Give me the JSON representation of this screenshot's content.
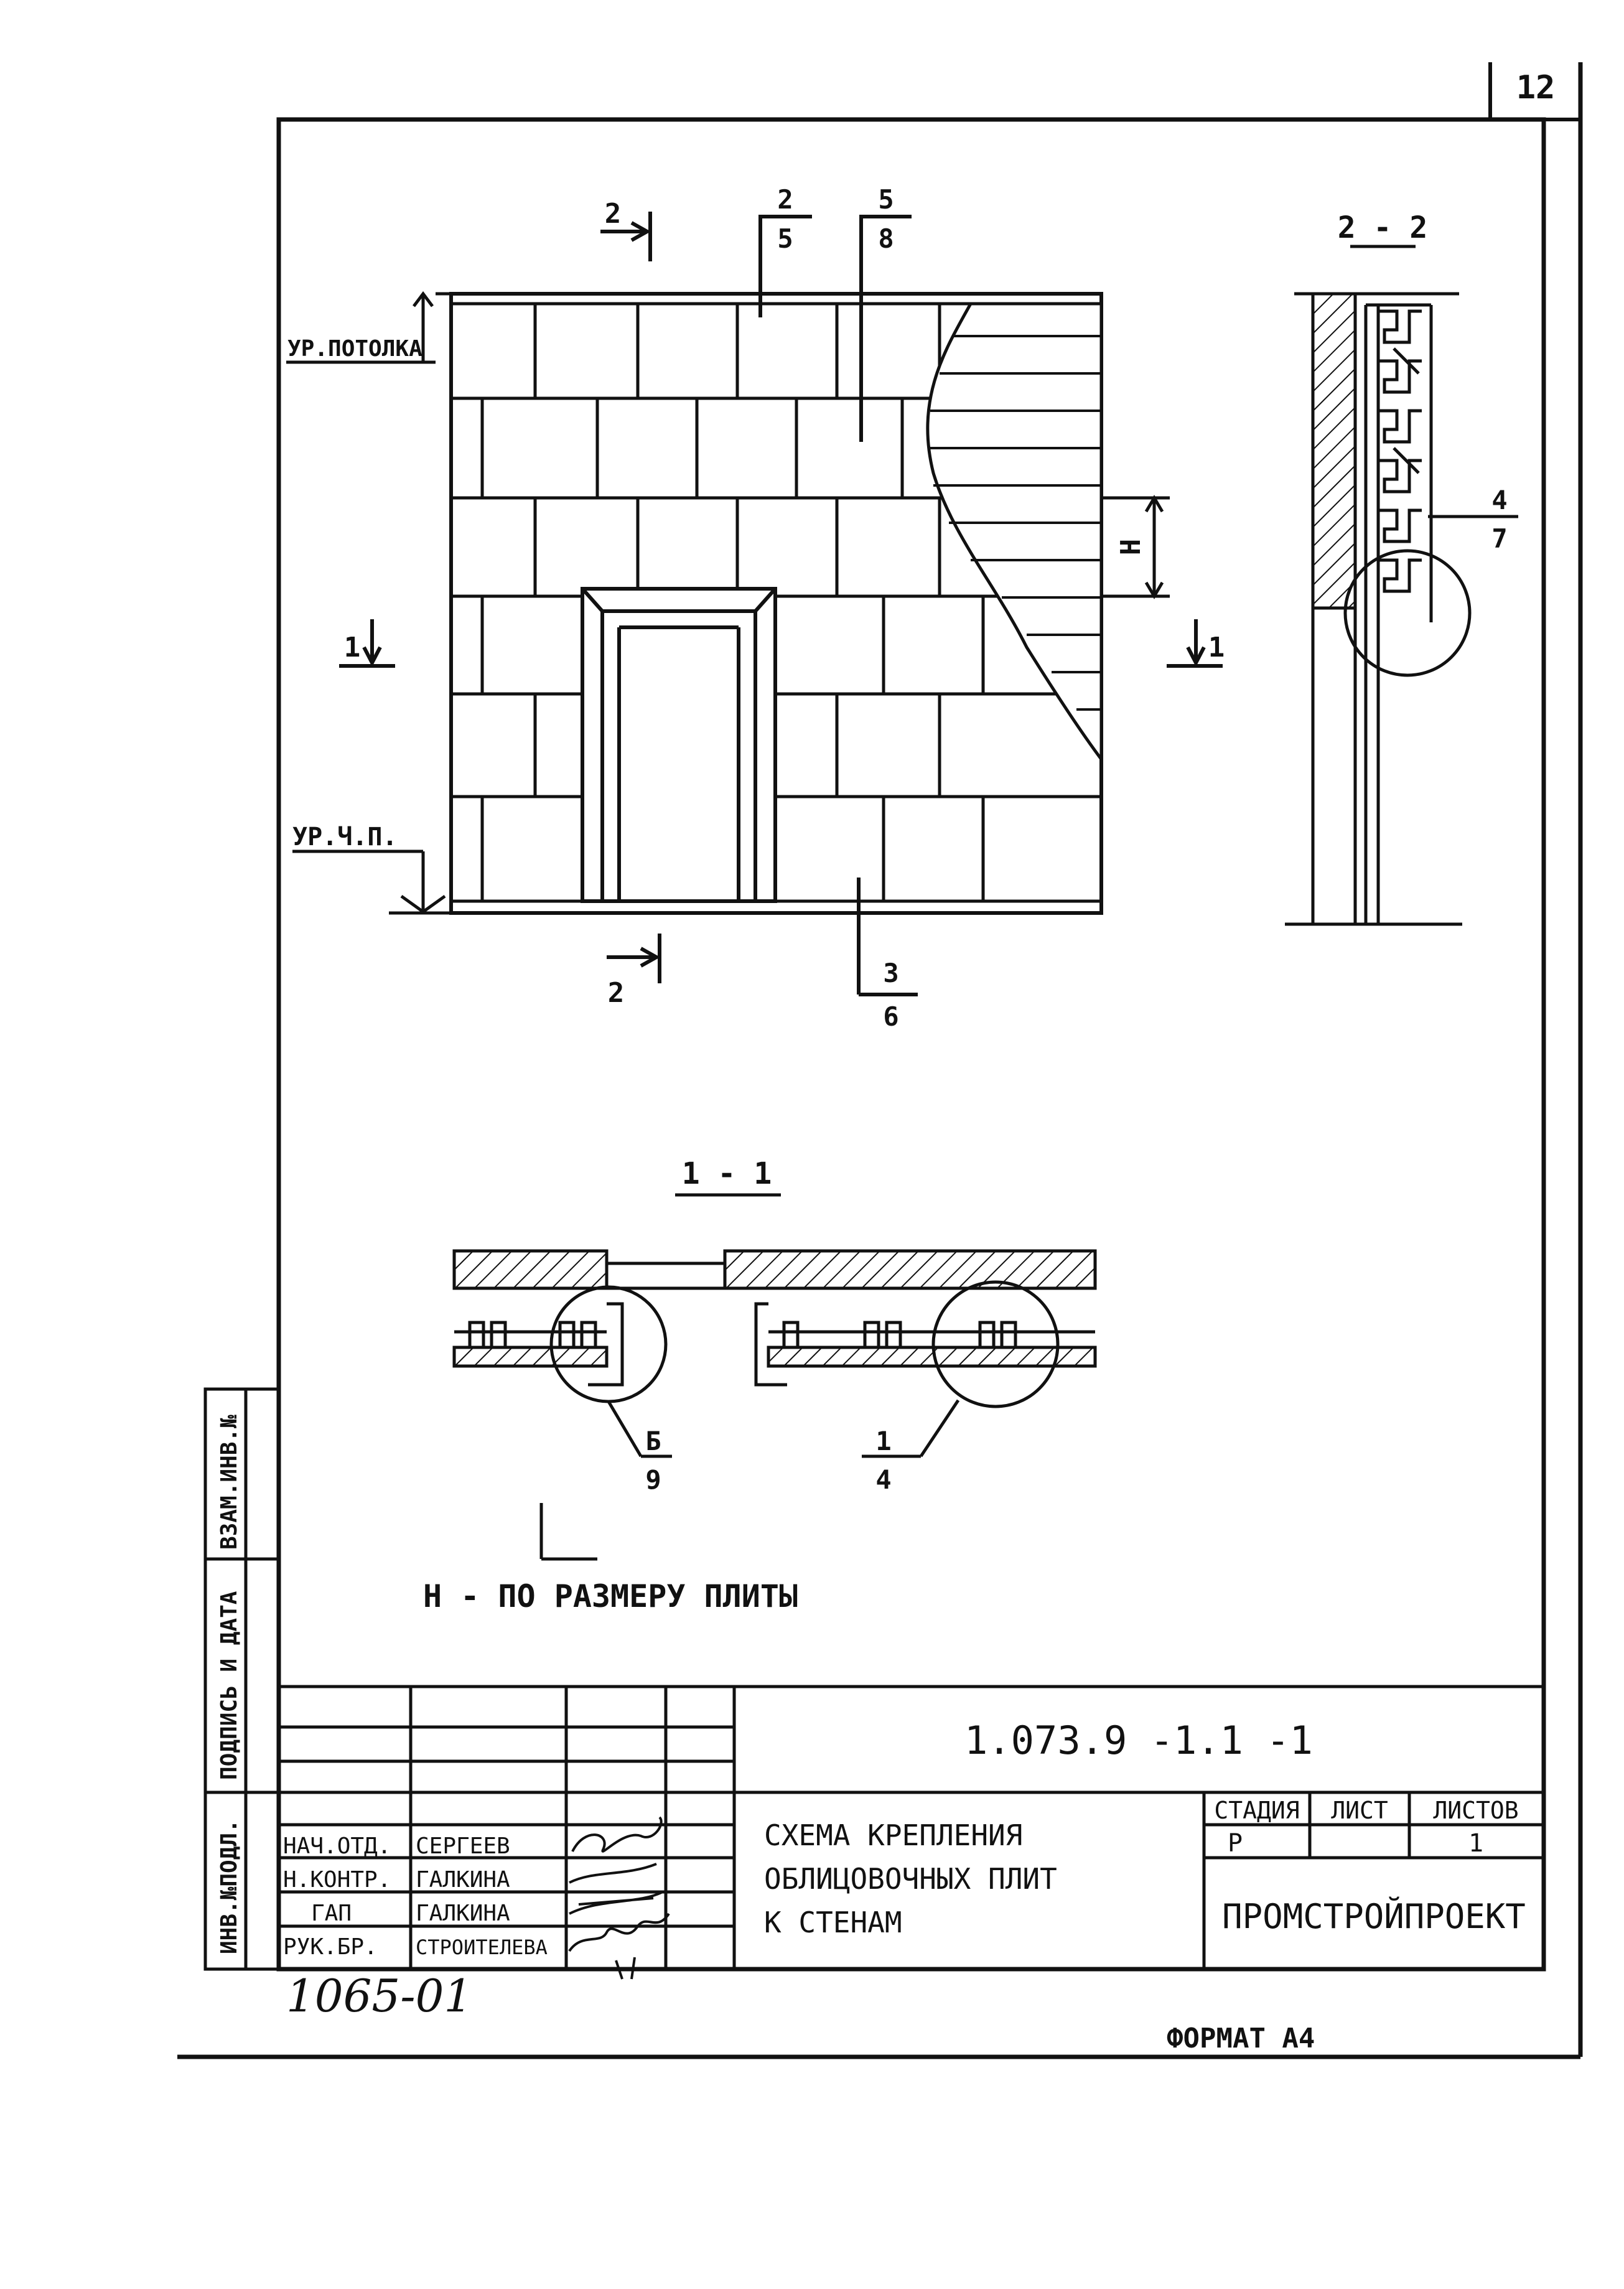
{
  "sheet_number": "12",
  "elevation": {
    "level_ceiling": "УР.ПОТОЛКА",
    "level_floor": "УР.Ч.П.",
    "dimension_h": "Н",
    "cut_2_top": "2",
    "cut_2_bottom": "2",
    "cut_1_left": "1",
    "cut_1_right": "1",
    "callout_top_1": {
      "num": "2",
      "sheet": "5"
    },
    "callout_top_2": {
      "num": "5",
      "sheet": "8"
    },
    "callout_bottom": {
      "num": "3",
      "sheet": "6"
    }
  },
  "section_2_2": {
    "title": "2 - 2",
    "callout": {
      "num": "4",
      "sheet": "7"
    }
  },
  "section_1_1": {
    "title": "1 - 1",
    "callout_left": {
      "num": "Б",
      "sheet": "9"
    },
    "callout_right": {
      "num": "1",
      "sheet": "4"
    }
  },
  "note": "Н - ПО РАЗМЕРУ ПЛИТЫ",
  "side_stamp": {
    "col1": "ИНВ.№ПОДЛ.",
    "col2": "ПОДПИСЬ И ДАТА",
    "col3": "ВЗАМ.ИНВ.№"
  },
  "title_block": {
    "doc_code": "1.073.9 -1.1 -1",
    "title_lines": [
      "СХЕМА КРЕПЛЕНИЯ",
      "ОБЛИЦОВОЧНЫХ ПЛИТ",
      "К СТЕНАМ"
    ],
    "col_headers": [
      "СТАДИЯ",
      "ЛИСТ",
      "ЛИСТОВ"
    ],
    "stage": "Р",
    "sheet": "",
    "sheets": "1",
    "organization": "ПРОМСТРОЙПРОЕКТ",
    "signatures": [
      {
        "role": "НАЧ.ОТД.",
        "name": "СЕРГЕЕВ"
      },
      {
        "role": "Н.КОНТР.",
        "name": "ГАЛКИНА"
      },
      {
        "role": "ГАП",
        "name": "ГАЛКИНА"
      },
      {
        "role": "РУК.БР.",
        "name": "СТРОИТЕЛЕВА"
      }
    ]
  },
  "handwritten_number": "1065-01",
  "format": "ФОРМАТ А4"
}
